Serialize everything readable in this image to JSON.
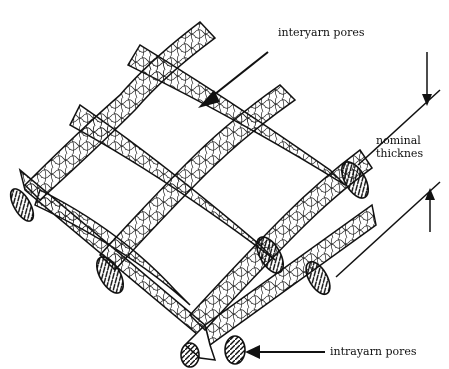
{
  "labels": {
    "interyarn": "interyarn pores",
    "nominal_line1": "nominal",
    "nominal_line2": "thicknes",
    "intrayarn": "intrayarn pores"
  },
  "colors": {
    "ink": "#111111",
    "paper": "#ffffff"
  }
}
